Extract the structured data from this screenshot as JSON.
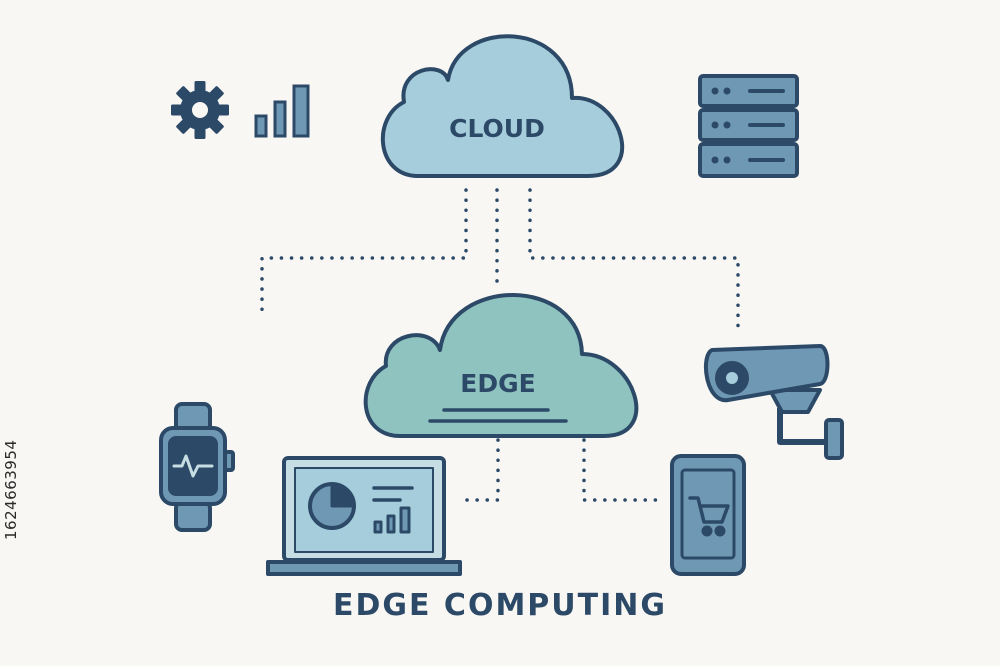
{
  "diagram": {
    "cloud_label": "CLOUD",
    "edge_label": "EDGE",
    "title": "EDGE COMPUTING",
    "stock_id": "1624663954"
  },
  "colors": {
    "outline": "#2c4a68",
    "cloud_fill": "#a6cddb",
    "edge_fill": "#8fc3c0",
    "device_fill": "#6f98b4",
    "screen_fill": "#c5dde3",
    "background": "#f8f7f3"
  },
  "icons": [
    "gear-icon",
    "signal-bars-icon",
    "server-rack-icon",
    "security-camera-icon",
    "smartwatch-icon",
    "laptop-icon",
    "smartphone-cart-icon"
  ]
}
